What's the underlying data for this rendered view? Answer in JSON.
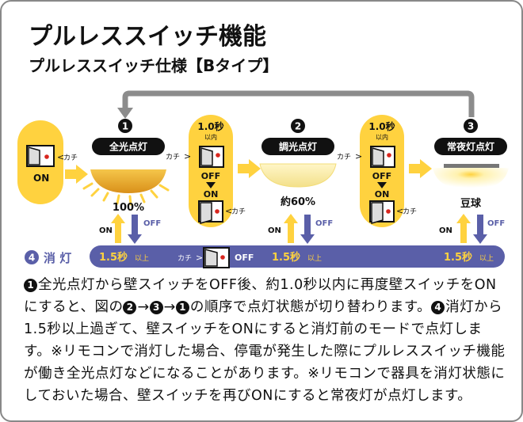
{
  "title": "プルレススイッチ機能",
  "subtitle": "プルレススイッチ仕様【Bタイプ】",
  "steps": [
    {
      "num": "1",
      "label": "全光点灯",
      "percent": "100%"
    },
    {
      "num": "2",
      "label": "調光点灯",
      "percent": "約60%"
    },
    {
      "num": "3",
      "label": "常夜灯点灯",
      "percent": "豆球"
    }
  ],
  "off_step": {
    "num": "4",
    "label": "消 灯"
  },
  "timing": {
    "within": "1.0秒",
    "within_sub": "以内",
    "over": "1.5秒",
    "over_sub": "以上"
  },
  "switch_text": {
    "click": "カチ",
    "on": "ON",
    "off": "OFF"
  },
  "colors": {
    "yellow": "#ffd23f",
    "navy": "#5a5fa8",
    "gray": "#8c8c8c",
    "ink": "#111111"
  },
  "description": {
    "p1": "全光点灯から壁スイッチをOFF後、約1.0秒以内に再度壁スイッチをONにすると、図の",
    "p2": "の順序で点灯状態が切り替わります。",
    "p3": "消灯から1.5秒以上過ぎて、壁スイッチをONにすると消灯前のモードで点灯します。※リモコンで消灯した場合、停電が発生した際にプルレススイッチ機能が働き全光点灯などになることがあります。※リモコンで器具を消灯状態にしておいた場合、壁スイッチを再びONにすると常夜灯が点灯します。",
    "n1": "1",
    "n2": "2",
    "n3": "3",
    "n4": "4"
  }
}
